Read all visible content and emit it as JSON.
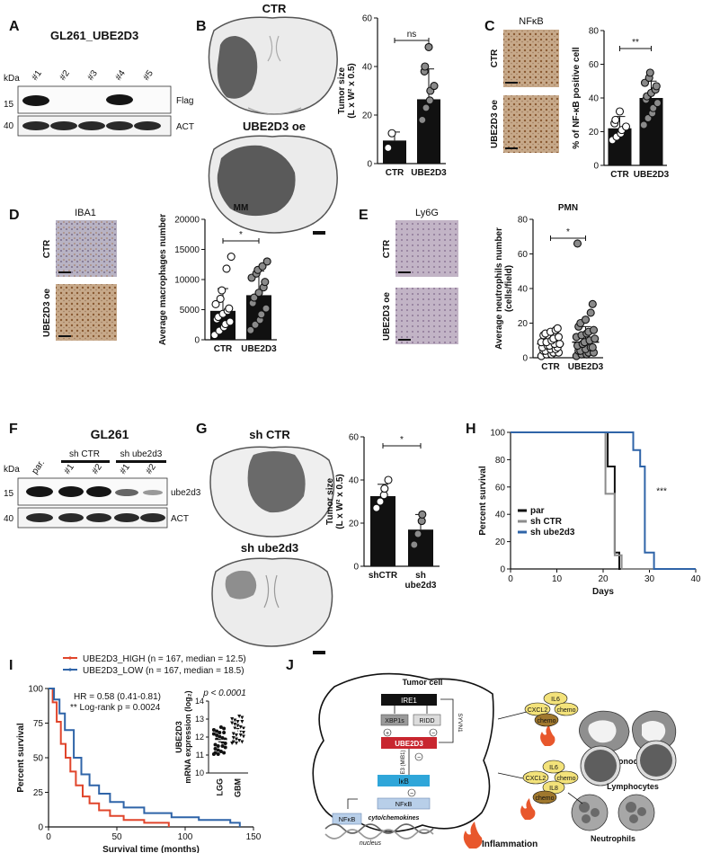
{
  "panels": {
    "A": {
      "label": "A",
      "title": "GL261_UBE2D3",
      "lanes": [
        "#1",
        "#2",
        "#3",
        "#4",
        "#5"
      ],
      "kda_label": "kDa",
      "markers": [
        "15",
        "40"
      ],
      "bands": [
        "Flag",
        "ACT"
      ]
    },
    "B": {
      "label": "B",
      "img_top_label": "CTR",
      "img_bottom_label": "UBE2D3 oe",
      "sig": "ns",
      "chart_data": {
        "type": "bar",
        "categories": [
          "CTR",
          "UBE2D3"
        ],
        "values": [
          9.5,
          26.5
        ],
        "errors": [
          3.5,
          12.5
        ],
        "points": [
          [
            6.5,
            12.5
          ],
          [
            18,
            23,
            26,
            30,
            32,
            38,
            40,
            48
          ]
        ],
        "ylabel": "Tumor size\n(L x W² x 0.5)",
        "ylim": [
          0,
          60
        ],
        "yticks": [
          0,
          20,
          40,
          60
        ]
      }
    },
    "C": {
      "label": "C",
      "img_title": "NFκB",
      "img_top_label": "CTR",
      "img_bottom_label": "UBE2D3 oe",
      "sig": "**",
      "chart_data": {
        "type": "bar",
        "categories": [
          "CTR",
          "UBE2D3"
        ],
        "values": [
          22,
          40
        ],
        "errors": [
          7,
          10
        ],
        "points": [
          [
            15,
            17,
            19,
            21,
            23,
            25,
            27,
            32
          ],
          [
            24,
            28,
            31,
            34,
            37,
            39,
            41,
            43,
            45,
            47,
            49,
            52,
            55
          ]
        ],
        "ylabel": "% of NF-κB positive cell",
        "ylim": [
          0,
          80
        ],
        "yticks": [
          0,
          20,
          40,
          60,
          80
        ]
      }
    },
    "D": {
      "label": "D",
      "img_title": "IBA1",
      "img_top_label": "CTR",
      "img_bottom_label": "UBE2D3 oe",
      "chart_title": "MM",
      "sig": "*",
      "chart_data": {
        "type": "bar",
        "categories": [
          "CTR",
          "UBE2D3"
        ],
        "values": [
          4800,
          7400
        ],
        "errors": [
          3700,
          4000
        ],
        "points": [
          [
            800,
            1500,
            2100,
            2600,
            3000,
            3400,
            3800,
            4300,
            4800,
            5200,
            5900,
            6800,
            8200,
            11800,
            13800
          ],
          [
            1600,
            2500,
            3300,
            4200,
            5200,
            6100,
            7000,
            7800,
            8700,
            9600,
            10300,
            11000,
            11600,
            12200,
            13000
          ]
        ],
        "ylabel": "Average macrophages number",
        "ylim": [
          0,
          20000
        ],
        "yticks": [
          0,
          5000,
          10000,
          15000,
          20000
        ]
      }
    },
    "E": {
      "label": "E",
      "img_title": "Ly6G",
      "img_top_label": "CTR",
      "img_bottom_label": "UBE2D3 oe",
      "chart_title": "PMN",
      "sig": "*",
      "chart_data": {
        "type": "scatter",
        "categories": [
          "CTR",
          "UBE2D3"
        ],
        "values": [
          8,
          9
        ],
        "errors": [
          7,
          9
        ],
        "points": [
          [
            1,
            2,
            2,
            3,
            3,
            4,
            4,
            5,
            5,
            6,
            6,
            7,
            7,
            8,
            8,
            9,
            9,
            10,
            11,
            12,
            13,
            14,
            15,
            16,
            17
          ],
          [
            1,
            2,
            2,
            3,
            3,
            4,
            4,
            5,
            6,
            6,
            7,
            8,
            9,
            10,
            11,
            12,
            13,
            14,
            15,
            16,
            18,
            20,
            22,
            26,
            31,
            66
          ]
        ],
        "ylabel": "Average neutrophils number\n(cells/field)",
        "ylim": [
          0,
          80
        ],
        "yticks": [
          0,
          20,
          40,
          60,
          80
        ]
      }
    },
    "F": {
      "label": "F",
      "title": "GL261",
      "group1": "sh CTR",
      "group2": "sh ube2d3",
      "lanes": [
        "par.",
        "#1",
        "#2",
        "#1",
        "#2"
      ],
      "kda_label": "kDa",
      "markers": [
        "15",
        "40"
      ],
      "bands": [
        "ube2d3",
        "ACT"
      ]
    },
    "G": {
      "label": "G",
      "img_top_label": "sh CTR",
      "img_bottom_label": "sh ube2d3",
      "sig": "*",
      "chart_data": {
        "type": "bar",
        "categories": [
          "shCTR",
          "sh\nube2d3"
        ],
        "values": [
          32.5,
          17
        ],
        "errors": [
          5.5,
          7
        ],
        "points": [
          [
            27,
            30,
            33,
            36,
            40
          ],
          [
            10,
            15,
            21,
            24
          ]
        ],
        "ylabel": "Tumor size\n(L x W² x 0.5)",
        "ylim": [
          0,
          60
        ],
        "yticks": [
          0,
          20,
          40,
          60
        ]
      }
    },
    "H": {
      "label": "H",
      "sig": "***",
      "chart_data": {
        "type": "line",
        "series": [
          {
            "name": "par",
            "color": "#111111",
            "steps": [
              [
                0,
                100
              ],
              [
                21,
                100
              ],
              [
                21,
                75
              ],
              [
                22.5,
                75
              ],
              [
                22.5,
                12
              ],
              [
                23.5,
                12
              ],
              [
                23.5,
                0
              ],
              [
                40,
                0
              ]
            ]
          },
          {
            "name": "sh CTR",
            "color": "#8c8c8c",
            "steps": [
              [
                0,
                100
              ],
              [
                20.5,
                100
              ],
              [
                20.5,
                55
              ],
              [
                22.5,
                55
              ],
              [
                22.5,
                10
              ],
              [
                24,
                10
              ],
              [
                24,
                0
              ],
              [
                40,
                0
              ]
            ]
          },
          {
            "name": "sh ube2d3",
            "color": "#2f64a8",
            "steps": [
              [
                0,
                100
              ],
              [
                26.5,
                100
              ],
              [
                26.5,
                87
              ],
              [
                28,
                87
              ],
              [
                28,
                75
              ],
              [
                29,
                75
              ],
              [
                29,
                12
              ],
              [
                31,
                12
              ],
              [
                31,
                0
              ],
              [
                40,
                0
              ]
            ]
          }
        ],
        "xlabel": "Days",
        "ylabel": "Percent survival",
        "xlim": [
          0,
          40
        ],
        "ylim": [
          0,
          100
        ],
        "xticks": [
          0,
          10,
          20,
          30,
          40
        ],
        "yticks": [
          0,
          20,
          40,
          60,
          80,
          100
        ]
      }
    },
    "I": {
      "label": "I",
      "hr_text": "HR = 0.58 (0.41-0.81)",
      "logrank_text": "** Log-rank p = 0.0024",
      "inset_p": "p < 0.0001",
      "chart_data": {
        "type": "line",
        "series": [
          {
            "name": "UBE2D3_HIGH (n = 167, median = 12.5)",
            "color": "#e0452b",
            "points": [
              [
                0,
                100
              ],
              [
                3,
                90
              ],
              [
                6,
                76
              ],
              [
                9,
                60
              ],
              [
                12.5,
                50
              ],
              [
                16,
                40
              ],
              [
                20,
                30
              ],
              [
                25,
                22
              ],
              [
                30,
                17
              ],
              [
                37,
                12
              ],
              [
                45,
                8
              ],
              [
                55,
                5
              ],
              [
                70,
                3
              ],
              [
                88,
                0
              ]
            ]
          },
          {
            "name": "UBE2D3_LOW (n = 167, median = 18.5)",
            "color": "#2f64a8",
            "points": [
              [
                0,
                100
              ],
              [
                4,
                92
              ],
              [
                8,
                82
              ],
              [
                12,
                70
              ],
              [
                18.5,
                50
              ],
              [
                24,
                38
              ],
              [
                30,
                30
              ],
              [
                37,
                24
              ],
              [
                45,
                18
              ],
              [
                55,
                14
              ],
              [
                70,
                10
              ],
              [
                90,
                7
              ],
              [
                110,
                5
              ],
              [
                125,
                5
              ],
              [
                133,
                3
              ],
              [
                140,
                0
              ]
            ]
          }
        ],
        "xlabel": "Survival time (months)",
        "ylabel": "Percent survival",
        "xlim": [
          0,
          150
        ],
        "ylim": [
          0,
          100
        ],
        "xticks": [
          0,
          50,
          100,
          150
        ],
        "yticks": [
          0,
          25,
          50,
          75,
          100
        ],
        "inset": {
          "categories": [
            "LGG",
            "GBM"
          ],
          "ylabel": "UBE2D3\nmRNA expression (log₂)",
          "ylim": [
            10,
            14
          ],
          "yticks": [
            10,
            11,
            12,
            13,
            14
          ],
          "means": [
            11.8,
            12.4
          ]
        }
      }
    },
    "J": {
      "label": "J",
      "tumor_cell": "Tumor cell",
      "ire1": "IRE1",
      "xbp1s": "XBP1s",
      "ridd": "RIDD",
      "ube2d3": "UBE2D3",
      "e3": "E3 (MIB1)",
      "ikb": "IκB",
      "nfkb": "NFκB",
      "nfkb_nuc": "NFκB",
      "syvn1": "SYVN1",
      "cyto": "cyto/chemokines",
      "nucleus": "nucleus",
      "inflammation": "Inflammation",
      "monocytes": "Monocytes",
      "lymphocytes": "Lymphocytes",
      "neutrophils": "Neutrophils",
      "cluster1": [
        "IL6",
        "CXCL2",
        "chemo",
        "chemo"
      ],
      "cluster2": [
        "IL6",
        "CXCL2",
        "chemo",
        "IL8",
        "chemo"
      ],
      "plus": "+",
      "minus": "−"
    }
  }
}
